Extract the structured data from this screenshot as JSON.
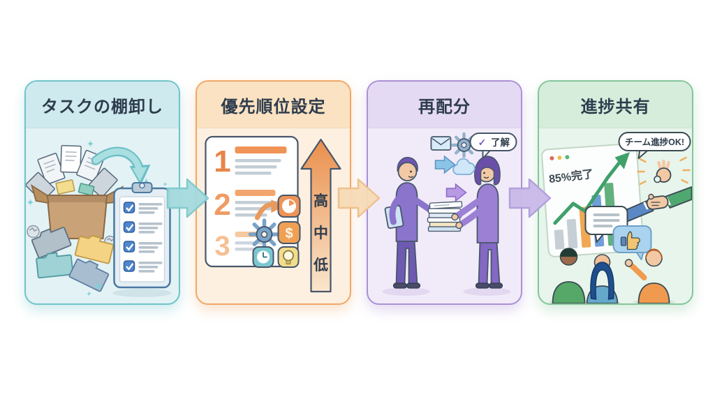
{
  "diagram": {
    "background_color": "#ffffff",
    "title_color": "#2e3d4d",
    "steps": [
      {
        "title": "タスクの棚卸し",
        "accent": "#6fc3c9",
        "header_bg": "#cfeaee",
        "body_bg": "#e3f2f5"
      },
      {
        "title": "優先順位設定",
        "accent": "#f0a767",
        "header_bg": "#fbe2c2",
        "body_bg": "#fdf0e0",
        "rank_numbers": [
          "1",
          "2",
          "3"
        ],
        "priority_scale": {
          "high": "高",
          "mid": "中",
          "low": "低"
        },
        "currency_symbol": "$"
      },
      {
        "title": "再配分",
        "accent": "#ab90d6",
        "header_bg": "#e5daf3",
        "body_bg": "#f1ebf9",
        "speech_bubble": {
          "check": "✓",
          "label": "了解"
        }
      },
      {
        "title": "進捗共有",
        "accent": "#83c59a",
        "header_bg": "#d6eddc",
        "body_bg": "#e8f5ec",
        "chart_label": "85%完了",
        "speech_bubble": "チーム進捗OK!"
      }
    ],
    "connectors": [
      {
        "fill": "#a5dbde",
        "stroke": "#7ecace"
      },
      {
        "fill": "#f7dcb8",
        "stroke": "#eec08a"
      },
      {
        "fill": "#cabae9",
        "stroke": "#b19edd"
      }
    ]
  }
}
